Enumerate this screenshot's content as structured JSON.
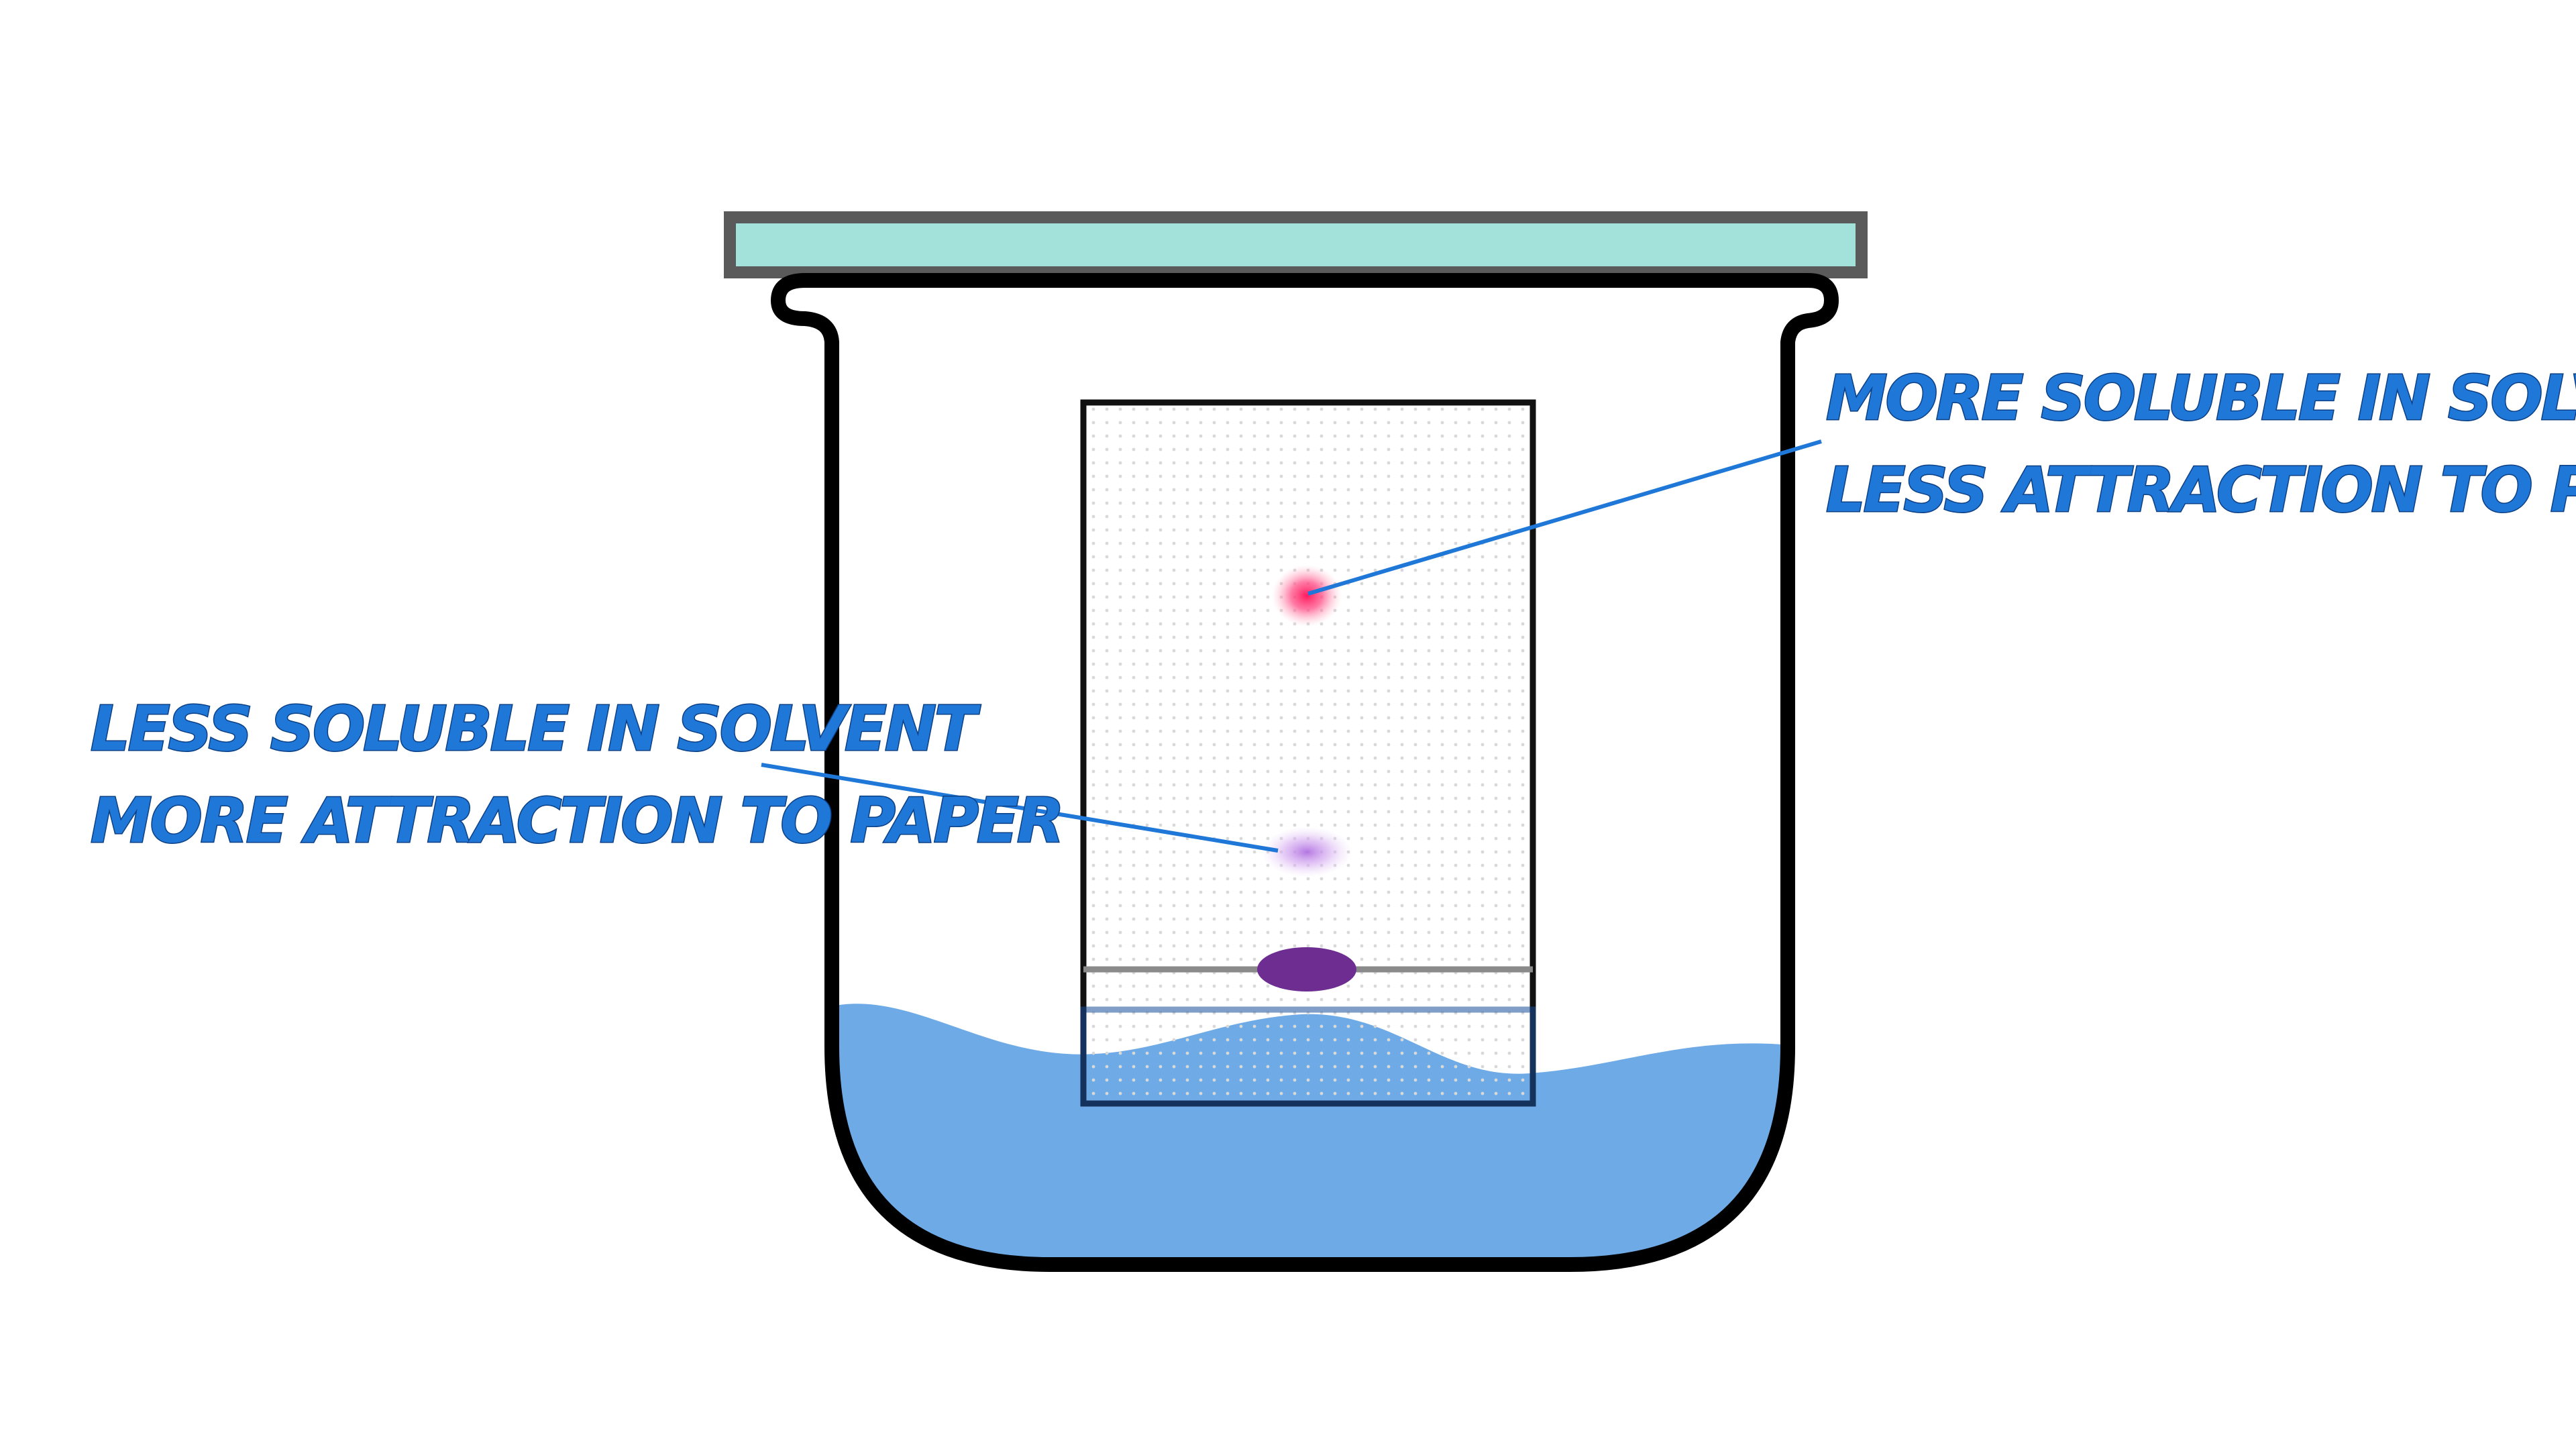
{
  "callouts": {
    "top": {
      "line1": "More soluble in solvent",
      "line2": "less attraction to paper"
    },
    "bottom": {
      "line1": "less soluble in solvent",
      "line2": "more attraction to paper"
    }
  },
  "colors": {
    "lid_fill": "#a3e1db",
    "lid_stroke": "#5a5a5a",
    "beaker_stroke": "#000000",
    "solvent": "#6eaae6",
    "paper_stroke": "#111111",
    "paper_dots": "#d8d8d8",
    "baseline": "#8a8a8a",
    "sample_spot": "#6e2d91",
    "pink_spot": "#ff2f6e",
    "lilac_spot": "#c58de8",
    "leader_line": "#1f78d7",
    "text": "#1f78d7"
  },
  "icons": {
    "lid": "lid-plate",
    "beaker": "beaker",
    "paper": "chromatography-paper"
  }
}
